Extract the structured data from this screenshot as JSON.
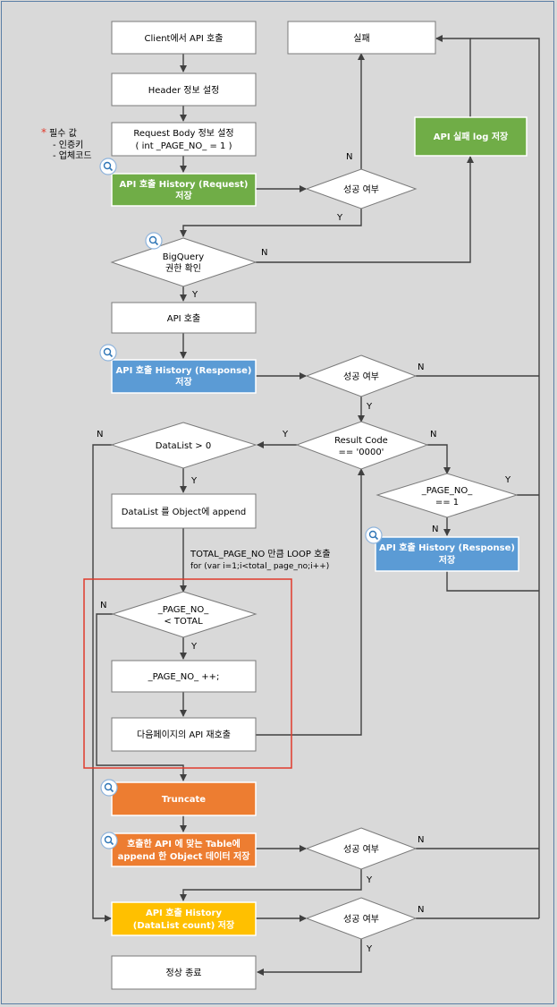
{
  "nodes": {
    "client_call": "Client에서 API 호출",
    "fail": "실패",
    "header_set": "Header 정보 설정",
    "reqbody_1": "Request Body 정보 설정",
    "reqbody_2": "(  int _PAGE_NO_  = 1 )",
    "hist_req_1": "API 호출 History (Request)",
    "hist_req_2": "저장",
    "success_q": "성공 여부",
    "fail_log": "API 실패 log 저장",
    "bq_1": "BigQuery",
    "bq_2": "권한 확인",
    "api_call": "API 호출",
    "hist_res_1": "API 호출 History (Response)",
    "hist_res_2": "저장",
    "datalist_q": "DataList > 0",
    "result_1": "Result Code",
    "result_2": "== '0000'",
    "pageno_1": "_PAGE_NO_",
    "pageno_2": "== 1",
    "datalist_append": "DataList 를 Object에 append",
    "hist_res2_1": "API 호출 History (Response)",
    "hist_res2_2": "저장",
    "loop_1": "TOTAL_PAGE_NO 만큼  LOOP 호출",
    "loop_2": "for (var i=1;i<total_ page_no;i++)",
    "cmp_1": "_PAGE_NO_",
    "cmp_2": "< TOTAL",
    "incr": "_PAGE_NO_ ++;",
    "next_call": "다음페이지의 API 재호출",
    "truncate": "Truncate",
    "append_1": "호출한 API 에 맞는 Table에",
    "append_2": "append 한 Object 데이터 저장",
    "hist_cnt_1": "API 호출 History",
    "hist_cnt_2": "(DataList count) 저장",
    "end": "정상 종료"
  },
  "required_note": {
    "title": "필수 값",
    "item1": "- 인증키",
    "item2": "- 업체코드"
  },
  "labels": {
    "yes": "Y",
    "no": "N"
  },
  "colors": {
    "green": "#70ad47",
    "blue": "#5b9bd5",
    "orange": "#ed7d31",
    "gold": "#ffc000",
    "highlight": "#e03b2c"
  }
}
